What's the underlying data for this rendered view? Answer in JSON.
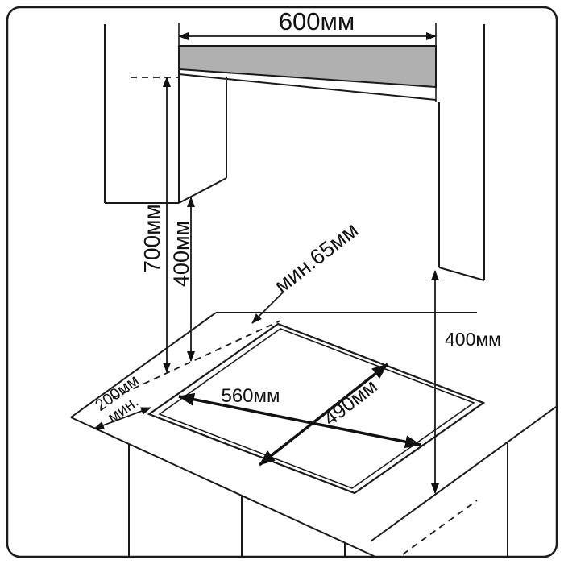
{
  "dimensions": {
    "hood_width": {
      "label": "600мм",
      "value_mm": 600
    },
    "hood_to_counter": {
      "label": "700мм",
      "value_mm": 700
    },
    "cabinet_to_counter": {
      "label": "400мм",
      "value_mm": 400
    },
    "rear_min_clearance": {
      "label": "мин.65мм",
      "value_mm": 65
    },
    "side_height": {
      "label": "400мм",
      "value_mm": 400
    },
    "cutout_width": {
      "label": "560мм",
      "value_mm": 560
    },
    "cutout_depth": {
      "label": "490мм",
      "value_mm": 490
    },
    "front_min_clearance": {
      "line1": "200мм",
      "line2": "мин.",
      "value_mm": 200
    }
  },
  "colors": {
    "line": "#1a1a1a",
    "hood_fill": "#b0b0b0",
    "background": "#ffffff"
  }
}
